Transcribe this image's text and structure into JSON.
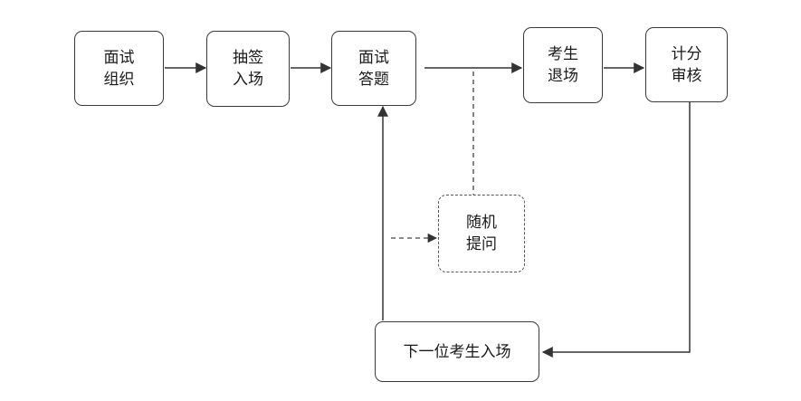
{
  "diagram": {
    "nodes": {
      "n1": {
        "line1": "面试",
        "line2": "组织"
      },
      "n2": {
        "line1": "抽签",
        "line2": "入场"
      },
      "n3": {
        "line1": "面试",
        "line2": "答题"
      },
      "n4": {
        "line1": "考生",
        "line2": "退场"
      },
      "n5": {
        "line1": "计分",
        "line2": "审核"
      },
      "n6": {
        "line1": "随机",
        "line2": "提问"
      },
      "n7": {
        "label": "下一位考生入场"
      }
    },
    "colors": {
      "line": "#333333",
      "border": "#3a3a3a",
      "background": "#ffffff"
    }
  }
}
